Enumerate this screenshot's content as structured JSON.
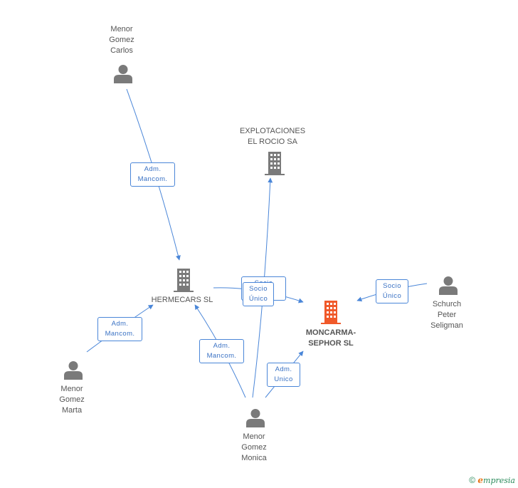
{
  "nodes": {
    "menor_carlos": {
      "lines": [
        "Menor",
        "Gomez",
        "Carlos"
      ],
      "icon": "person-icon"
    },
    "explotaciones": {
      "lines": [
        "EXPLOTACIONES",
        "EL ROCIO SA"
      ],
      "icon": "building-icon"
    },
    "hermecars": {
      "lines": [
        "HERMECARS SL"
      ],
      "icon": "building-icon"
    },
    "moncarma": {
      "lines": [
        "MONCARMA-",
        "SEPHOR SL"
      ],
      "icon": "building-icon",
      "color": "#f0592a"
    },
    "schurch": {
      "lines": [
        "Schurch",
        "Peter",
        "Seligman"
      ],
      "icon": "person-icon"
    },
    "menor_marta": {
      "lines": [
        "Menor",
        "Gomez",
        "Marta"
      ],
      "icon": "person-icon"
    },
    "menor_monica": {
      "lines": [
        "Menor",
        "Gomez",
        "Monica"
      ],
      "icon": "person-icon"
    }
  },
  "edges": {
    "carlos_hermecars": [
      "Adm.",
      "Mancom."
    ],
    "marta_hermecars": [
      "Adm.",
      "Mancom."
    ],
    "monica_hermecars": [
      "Adm.",
      "Mancom."
    ],
    "monica_moncarma": [
      "Adm.",
      "Unico"
    ],
    "hermecars_moncarma": [
      "Socio",
      "Único"
    ],
    "monica_explotaciones": [
      "Socio",
      "Único"
    ],
    "schurch_moncarma": [
      "Socio",
      "Único"
    ]
  },
  "colors": {
    "edge": "#4a86d8",
    "icon": "#7a7a7a",
    "focus": "#f0592a"
  },
  "footer": {
    "copyright_symbol": "©",
    "brand_e": "e",
    "brand_rest": "mpresia"
  }
}
